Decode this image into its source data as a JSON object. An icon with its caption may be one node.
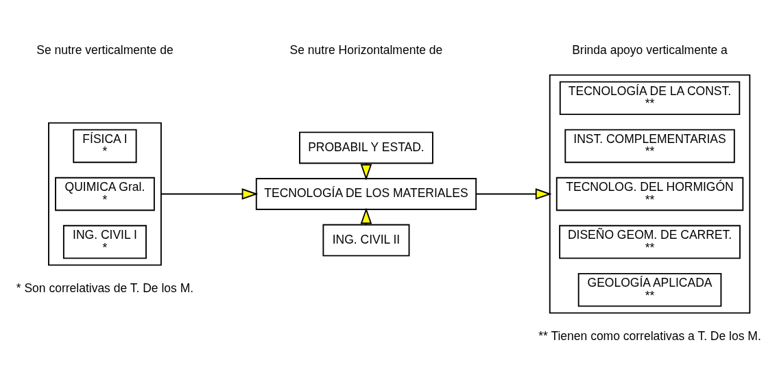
{
  "diagram": {
    "nodes": [
      {
        "text": [],
        "shape": "box"
      },
      {
        "text": [
          "FÍSICA I",
          "*"
        ],
        "in": 0
      },
      {
        "text": [
          "QUIMICA Gral.",
          "*"
        ],
        "in": 0
      },
      {
        "text": [
          "ING. CIVIL I",
          "*"
        ],
        "in": 0
      },
      {
        "text": [
          "PROBABIL Y ESTAD."
        ]
      },
      {
        "text": [
          "TECNOLOGÍA DE LOS MATERIALES"
        ]
      },
      {
        "text": [
          "ING. CIVIL II"
        ]
      },
      {
        "text": [],
        "shape": "box"
      },
      {
        "text": [
          "TECNOLOGÍA DE LA CONST.",
          "**"
        ],
        "in": 7
      },
      {
        "text": [
          "INST. COMPLEMENTARIAS",
          "**"
        ],
        "in": 7
      },
      {
        "text": [
          "TECNOLOG. DEL HORMIGÓN",
          "**"
        ],
        "in": 7
      },
      {
        "text": [
          "DISEÑO GEOM. DE CARRET.",
          "**"
        ],
        "in": 7
      },
      {
        "text": [
          "GEOLOGÍA APLICADA",
          "**"
        ],
        "in": 7
      }
    ],
    "edges": [
      {
        "from": 0,
        "to": 5,
        "arrow": "to"
      },
      {
        "from": 4,
        "to": 5,
        "arrow": "to"
      },
      {
        "from": 6,
        "to": 5,
        "arrow": "to"
      },
      {
        "from": 5,
        "to": 7,
        "arrow": "to"
      }
    ],
    "labels": [
      "Se nutre verticalmente de",
      "Se nutre Horizontalmente de",
      "Brinda apoyo verticalmente a",
      "* Son correlativas de T. De los M.",
      "** Tienen como correlativas a T. De los M."
    ]
  }
}
